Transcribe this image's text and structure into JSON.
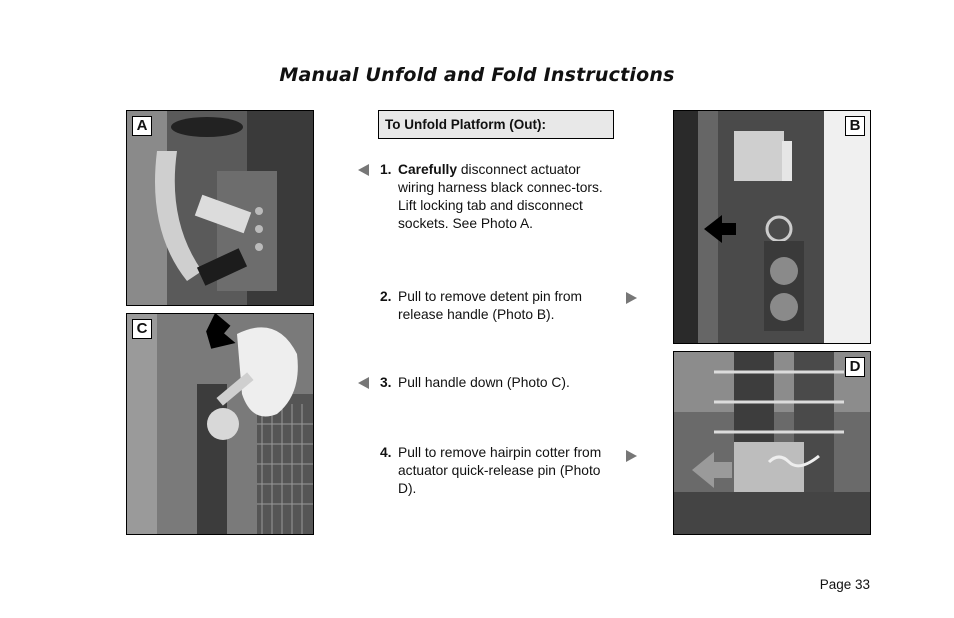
{
  "title": "Manual Unfold and Fold Instructions",
  "section_heading": "To Unfold Platform (Out):",
  "photos": [
    {
      "label": "A"
    },
    {
      "label": "B"
    },
    {
      "label": "C"
    },
    {
      "label": "D"
    }
  ],
  "steps": [
    {
      "number": "1.",
      "emphasis": "Carefully",
      "text": " disconnect actuator wiring harness black connec-tors.  Lift locking tab and disconnect sockets.  See Photo A.",
      "pointer": "left"
    },
    {
      "number": "2.",
      "emphasis": "",
      "text": "Pull to remove detent pin from release handle (Photo B).",
      "pointer": "right"
    },
    {
      "number": "3.",
      "emphasis": "",
      "text": "Pull handle down (Photo C).",
      "pointer": "left"
    },
    {
      "number": "4.",
      "emphasis": "",
      "text": "Pull to remove hairpin cotter from actuator quick-release pin (Photo D).",
      "pointer": "right"
    }
  ],
  "page_number": "Page 33"
}
